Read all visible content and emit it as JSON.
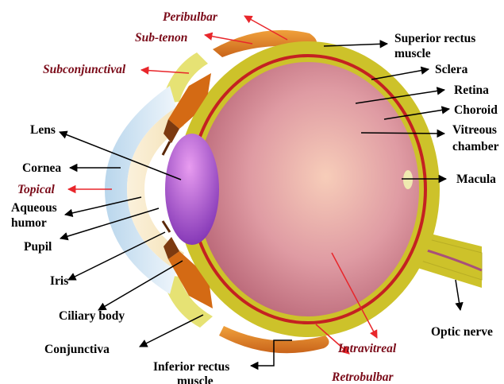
{
  "labels": {
    "peribulbar": "Peribulbar",
    "sub_tenon": "Sub-tenon",
    "subconjunctival": "Subconjunctival",
    "superior_rectus_1": "Superior rectus",
    "superior_rectus_2": "muscle",
    "sclera": "Sclera",
    "retina": "Retina",
    "choroid": "Choroid",
    "vitreous_1": "Vitreous",
    "vitreous_2": "chamber",
    "lens": "Lens",
    "cornea": "Cornea",
    "topical": "Topical",
    "aqueous_1": "Aqueous",
    "aqueous_2": "humor",
    "macula": "Macula",
    "pupil": "Pupil",
    "iris": "Iris",
    "ciliary_body": "Ciliary  body",
    "optic_nerve": "Optic nerve",
    "intravitreal": "Intravitreal",
    "conjunctiva": "Conjunctiva",
    "inferior_rectus_1": "Inferior rectus",
    "inferior_rectus_2": "muscle",
    "retrobulbar": "Retrobulbar"
  },
  "colors": {
    "route_arrow": "#e8262b",
    "structure_arrow": "#000000",
    "sclera": "#cdc22a",
    "retina": "#c42121",
    "vitreous": "#d88f98",
    "lens": "#a25ad1",
    "cornea": "#cfe4f2",
    "muscle": "#dd8520",
    "iris": "#b8530f"
  }
}
